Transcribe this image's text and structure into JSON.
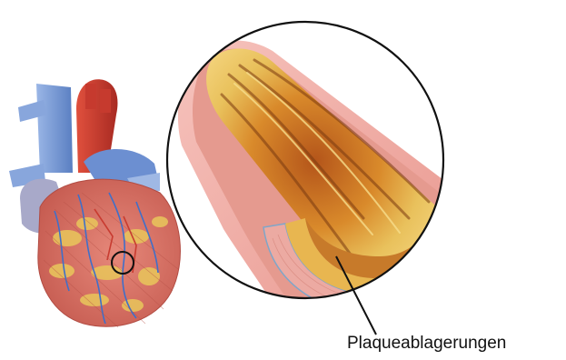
{
  "labels": {
    "plaque": "Plaqueablagerungen"
  },
  "colors": {
    "background": "#ffffff",
    "vein_blue": "#6f93d3",
    "artery_red": "#c8362b",
    "heart_muscle": "#d9776b",
    "fat_yellow": "#e8c15a",
    "vessel_wall_pink": "#f1a7a0",
    "plaque_core": "#c96a1f",
    "outline": "#111111"
  },
  "icons": {
    "heart": "heart-illustration",
    "magnifier": "magnifier-circle",
    "vessel": "artery-cross-section"
  }
}
